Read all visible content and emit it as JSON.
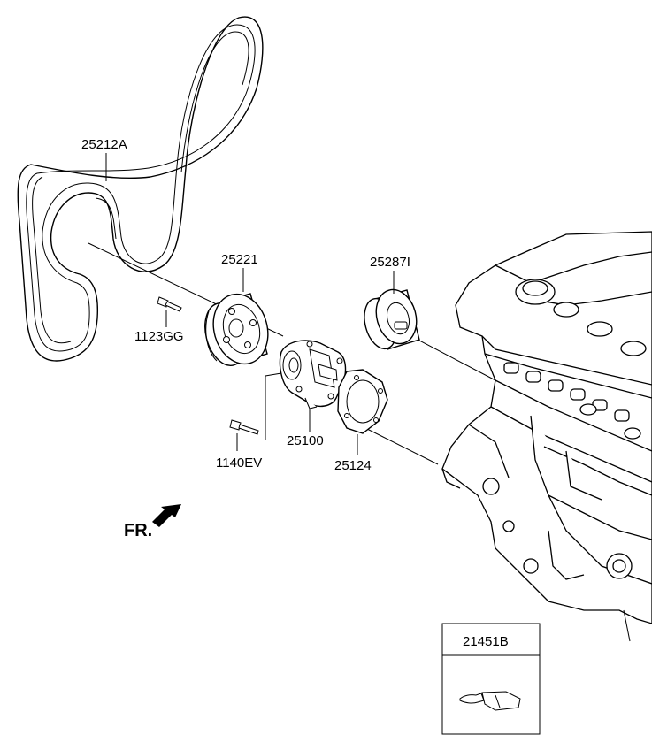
{
  "diagram": {
    "labels": {
      "belt": "25212A",
      "pulley": "25221",
      "pulley_bolt": "1123GG",
      "idler": "25287I",
      "water_pump": "25100",
      "gasket": "25124",
      "pump_bolt": "1140EV",
      "sealant": "21451B",
      "front": "FR."
    }
  }
}
